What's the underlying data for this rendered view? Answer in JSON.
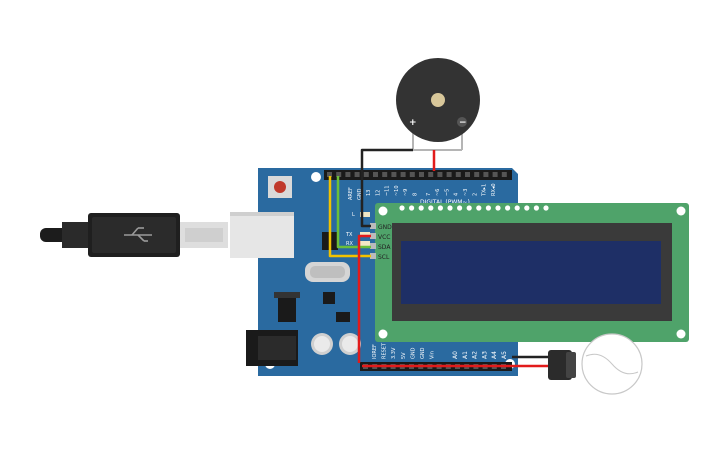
{
  "arduino": {
    "aref": "AREF",
    "gnd_top": "GND",
    "digital_pins": [
      "13",
      "12",
      "~11",
      "~10",
      "~9",
      "8",
      "7",
      "~6",
      "~5",
      "4",
      "~3",
      "2",
      "TX▸1",
      "RX◂0"
    ],
    "digital_header": "DIGITAL (PWM~)",
    "led_l": "L",
    "tx": "TX",
    "rx": "RX",
    "power_pins": [
      "IOREF",
      "RESET",
      "3.3V",
      "5V",
      "GND",
      "GND",
      "Vin"
    ],
    "analog_pins": [
      "A0",
      "A1",
      "A2",
      "A3",
      "A4",
      "A5"
    ]
  },
  "lcd": {
    "pins": [
      "GND",
      "VCC",
      "SDA",
      "SCL"
    ],
    "bg_color": "#4fa36a",
    "screen_color": "#1e2f66"
  },
  "buzzer": {
    "plus": "+",
    "minus": "−"
  },
  "colors": {
    "board": "#2a6aa0",
    "wire_black": "#222222",
    "wire_red": "#e21b1b",
    "wire_yellow": "#f2c200",
    "wire_green": "#6bbf3a"
  }
}
